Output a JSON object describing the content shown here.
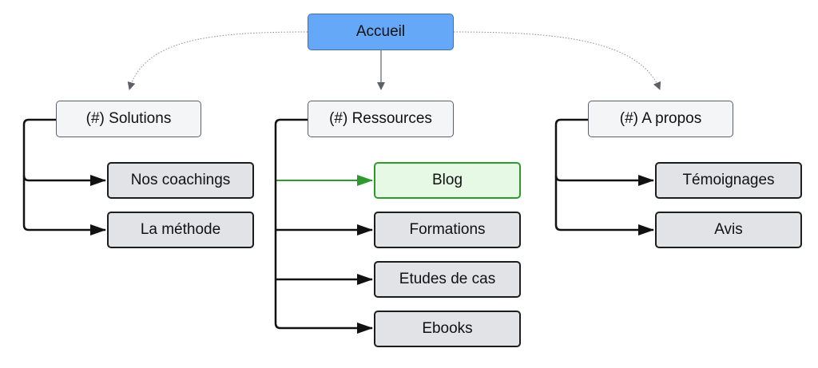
{
  "sitemap": {
    "root": {
      "label": "Accueil"
    },
    "sections": [
      {
        "label": "(#) Solutions",
        "children": [
          {
            "label": "Nos coachings"
          },
          {
            "label": "La méthode"
          }
        ]
      },
      {
        "label": "(#) Ressources",
        "children": [
          {
            "label": "Blog",
            "highlighted": true
          },
          {
            "label": "Formations"
          },
          {
            "label": "Etudes de cas"
          },
          {
            "label": "Ebooks"
          }
        ]
      },
      {
        "label": "(#) A propos",
        "children": [
          {
            "label": "Témoignages"
          },
          {
            "label": "Avis"
          }
        ]
      }
    ]
  },
  "colors": {
    "root_fill": "#64a8f7",
    "section_fill": "#f4f5f7",
    "page_fill": "#e1e3e7",
    "highlight_fill": "#e6f9e4",
    "highlight_stroke": "#2e9a2e",
    "connector": "#111111",
    "root_connector": "#5c6068"
  }
}
